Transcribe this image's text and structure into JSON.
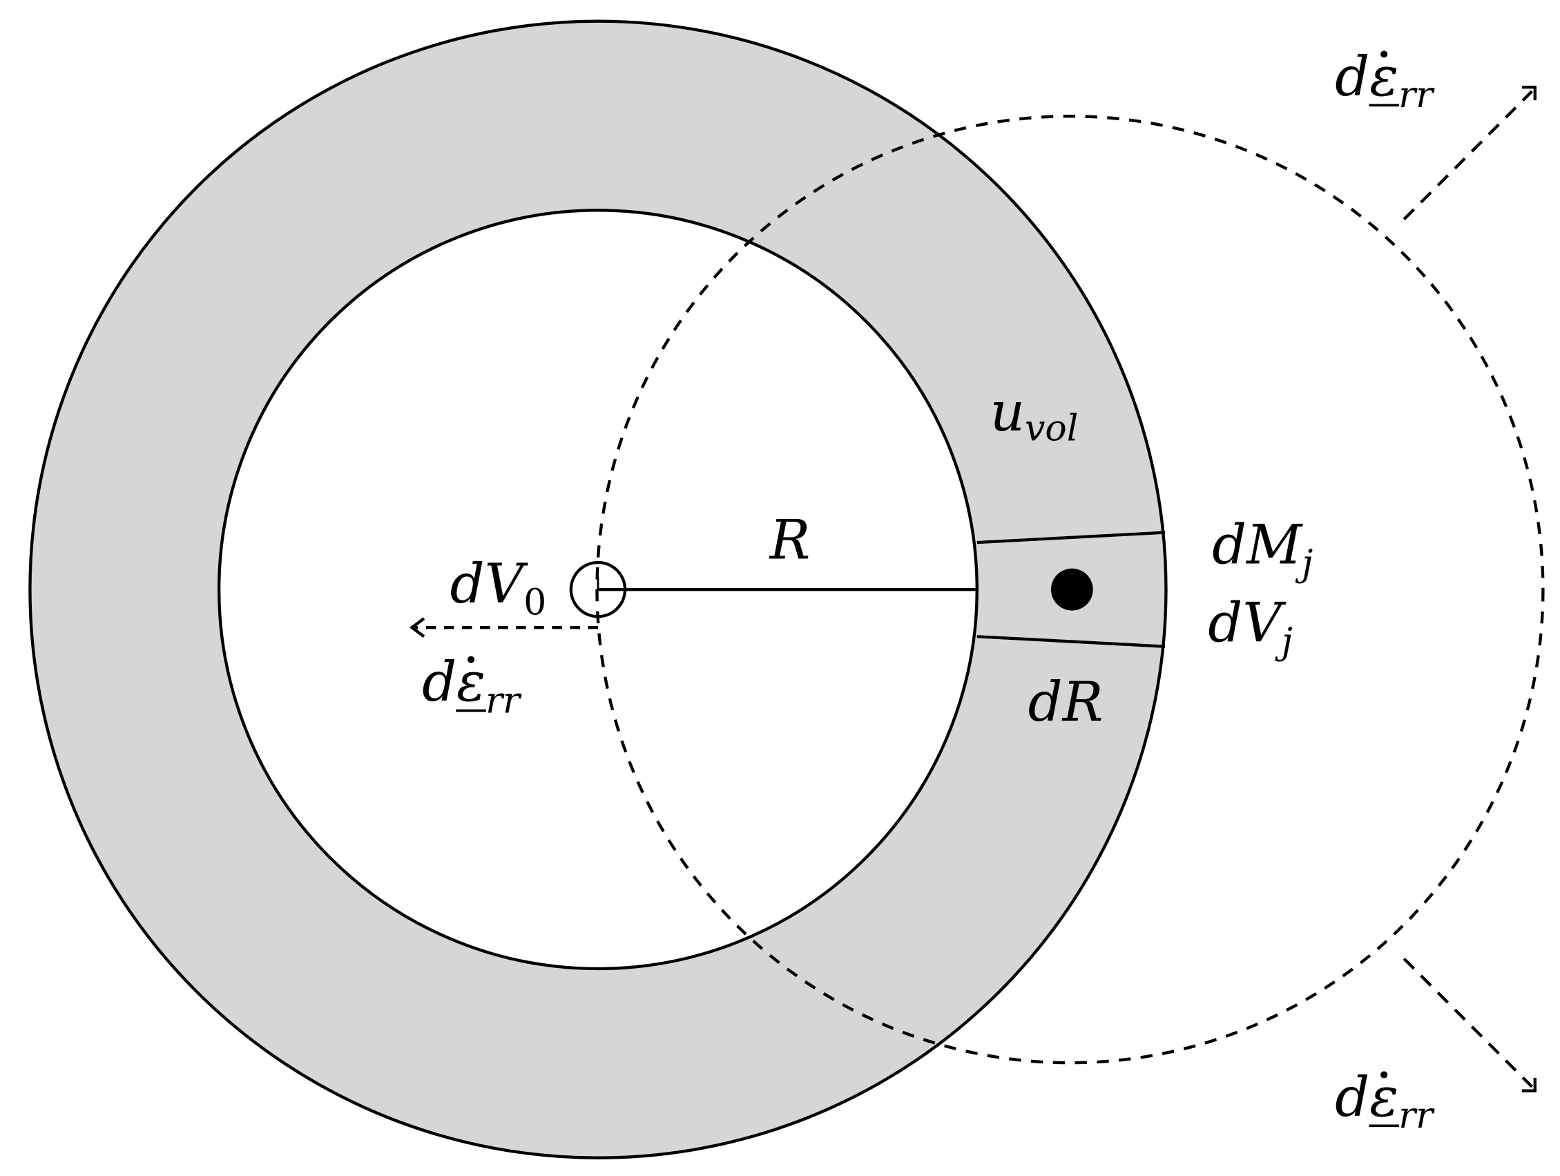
{
  "colors": {
    "ring_fill": "#d6d6d6",
    "stroke": "#000000",
    "background": "#ffffff"
  },
  "labels": {
    "radius": "R",
    "volume_origin": {
      "base": "dV",
      "subscript": "0"
    },
    "energy_density": {
      "base": "u",
      "subscript": "vol"
    },
    "mass_element": {
      "base": "dM",
      "subscript": "j"
    },
    "volume_element": {
      "base": "dV",
      "subscript": "j"
    },
    "shell_thickness": "dR",
    "strain_rate": {
      "base": "dε",
      "subscript": "rr"
    }
  }
}
